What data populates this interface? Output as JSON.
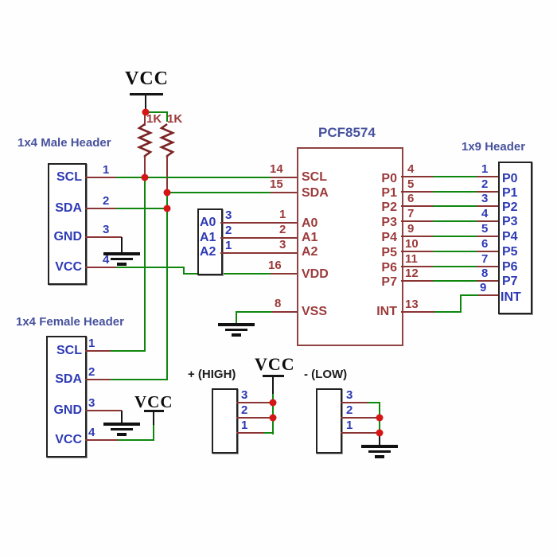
{
  "colors": {
    "wire_green": "#0f870f",
    "wire_maroon": "#8b3434",
    "junction_red": "#d41616",
    "label_blue": "#2d3ab4",
    "pin_maroon": "#9c3a3a",
    "title_blue": "#47529e",
    "black": "#161616"
  },
  "power": {
    "vcc_top": "VCC",
    "vcc_mid": "VCC",
    "vcc_female": "VCC",
    "resistor1": "1K",
    "resistor2": "1K"
  },
  "male_header": {
    "title": "1x4 Male Header",
    "pins": [
      {
        "label": "SCL",
        "num": "1"
      },
      {
        "label": "SDA",
        "num": "2"
      },
      {
        "label": "GND",
        "num": "3"
      },
      {
        "label": "VCC",
        "num": "4"
      }
    ]
  },
  "female_header": {
    "title": "1x4 Female Header",
    "pins": [
      {
        "label": "SCL",
        "num": "1"
      },
      {
        "label": "SDA",
        "num": "2"
      },
      {
        "label": "GND",
        "num": "3"
      },
      {
        "label": "VCC",
        "num": "4"
      }
    ]
  },
  "chip": {
    "name": "PCF8574",
    "left_pins": [
      {
        "label": "SCL",
        "num": "14"
      },
      {
        "label": "SDA",
        "num": "15"
      },
      {
        "label": "A0",
        "num": "1"
      },
      {
        "label": "A1",
        "num": "2"
      },
      {
        "label": "A2",
        "num": "3"
      },
      {
        "label": "VDD",
        "num": "16"
      },
      {
        "label": "VSS",
        "num": "8"
      }
    ],
    "right_pins": [
      {
        "label": "P0",
        "num": "4"
      },
      {
        "label": "P1",
        "num": "5"
      },
      {
        "label": "P2",
        "num": "6"
      },
      {
        "label": "P3",
        "num": "7"
      },
      {
        "label": "P4",
        "num": "9"
      },
      {
        "label": "P5",
        "num": "10"
      },
      {
        "label": "P6",
        "num": "11"
      },
      {
        "label": "P7",
        "num": "12"
      },
      {
        "label": "INT",
        "num": "13"
      }
    ]
  },
  "addr_header": {
    "pins": [
      {
        "label": "A0",
        "num": "3"
      },
      {
        "label": "A1",
        "num": "2"
      },
      {
        "label": "A2",
        "num": "1"
      }
    ]
  },
  "out_header": {
    "title": "1x9 Header",
    "pins": [
      {
        "label": "P0",
        "num": "1"
      },
      {
        "label": "P1",
        "num": "2"
      },
      {
        "label": "P2",
        "num": "3"
      },
      {
        "label": "P3",
        "num": "4"
      },
      {
        "label": "P4",
        "num": "5"
      },
      {
        "label": "P5",
        "num": "6"
      },
      {
        "label": "P6",
        "num": "7"
      },
      {
        "label": "P7",
        "num": "8"
      },
      {
        "label": "INT",
        "num": "9"
      }
    ]
  },
  "high_header": {
    "title": "+ (HIGH)",
    "pins": [
      {
        "num": "3"
      },
      {
        "num": "2"
      },
      {
        "num": "1"
      }
    ]
  },
  "low_header": {
    "title": "- (LOW)",
    "pins": [
      {
        "num": "3"
      },
      {
        "num": "2"
      },
      {
        "num": "1"
      }
    ]
  }
}
